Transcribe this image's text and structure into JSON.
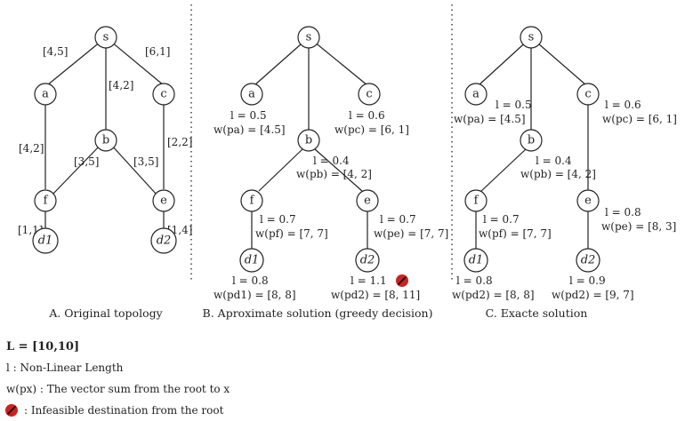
{
  "panelA": {
    "caption": "A. Original topology",
    "nodes": {
      "s": "s",
      "a": "a",
      "c": "c",
      "b": "b",
      "f": "f",
      "e": "e",
      "d1": "d1",
      "d2": "d2"
    },
    "edges": {
      "sa": "[4,5]",
      "sc": "[6,1]",
      "sb": "[4,2]",
      "af": "[4,2]",
      "bf": "[3,5]",
      "be": "[3,5]",
      "ce": "[2,2]",
      "fd1": "[1,1]",
      "ed2": "[1,4]"
    }
  },
  "panelB": {
    "caption": "B. Aproximate solution (greedy decision)",
    "nodes": {
      "s": "s",
      "a": "a",
      "c": "c",
      "b": "b",
      "f": "f",
      "e": "e",
      "d1": "d1",
      "d2": "d2"
    },
    "annotations": {
      "a_l": "l = 0.5",
      "a_w": "w(pa) = [4.5]",
      "c_l": "l = 0.6",
      "c_w": "w(pc) = [6, 1]",
      "b_l": "l = 0.4",
      "b_w": "w(pb) = [4, 2]",
      "f_l": "l = 0.7",
      "f_w": "w(pf) = [7, 7]",
      "e_l": "l = 0.7",
      "e_w": "w(pe) = [7, 7]",
      "d1_l": "l = 0.8",
      "d1_w": "w(pd1) = [8, 8]",
      "d2_l": "l = 1.1",
      "d2_w": "w(pd2) = [8, 11]"
    }
  },
  "panelC": {
    "caption": "C. Exacte solution",
    "nodes": {
      "s": "s",
      "a": "a",
      "c": "c",
      "b": "b",
      "f": "f",
      "e": "e",
      "d1": "d1",
      "d2": "d2"
    },
    "annotations": {
      "a_l": "l = 0.5",
      "a_w": "w(pa) = [4.5]",
      "c_l": "l = 0.6",
      "c_w": "w(pc) = [6, 1]",
      "b_l": "l = 0.4",
      "b_w": "w(pb) = [4, 2]",
      "f_l": "l = 0.7",
      "f_w": "w(pf) = [7, 7]",
      "e_l": "l = 0.8",
      "e_w": "w(pe) = [8, 3]",
      "d1_l": "l = 0.8",
      "d1_w": "w(pd2) = [8, 8]",
      "d2_l": "l = 0.9",
      "d2_w": "w(pd2) = [9, 7]"
    }
  },
  "legend": {
    "limit": "L = [10,10]",
    "l_def": "l : Non-Linear Length",
    "w_def": "w(px) : The vector sum from the root to x",
    "infeasible_def": ": Infeasible destination from the root"
  },
  "colors": {
    "infeasible": "#cc2222"
  }
}
